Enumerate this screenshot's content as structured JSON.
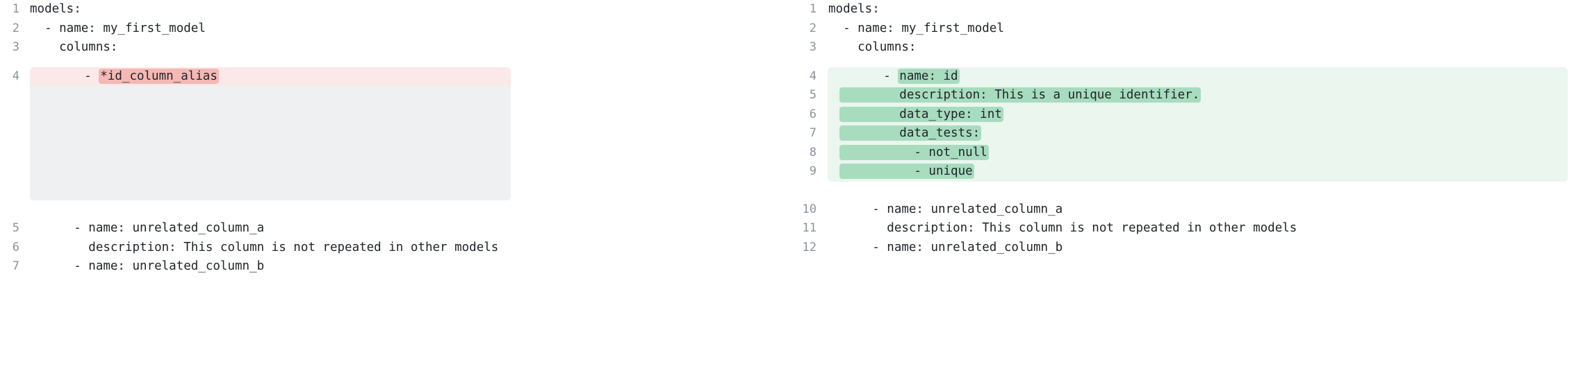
{
  "colors": {
    "text": "#1f2328",
    "line_number": "#8a929c",
    "background": "#ffffff",
    "removed_row": "#fbe9e9",
    "removed_token": "#f5b8b4",
    "added_row": "#eaf6ee",
    "added_token": "#a7dcbe",
    "placeholder_block": "#eef0f2"
  },
  "left_pane": {
    "name": "before",
    "lines": [
      {
        "number": "1",
        "text": "models:",
        "row_style": "none",
        "highlight": ""
      },
      {
        "number": "2",
        "text": "  - name: my_first_model",
        "row_style": "none",
        "highlight": ""
      },
      {
        "number": "3",
        "text": "    columns:",
        "row_style": "none",
        "highlight": ""
      },
      {
        "number": "4",
        "prefix": "      - ",
        "highlight": "*id_column_alias",
        "suffix": "",
        "row_style": "removed"
      },
      {
        "number": "5",
        "text": "      - name: unrelated_column_a",
        "row_style": "none",
        "highlight": ""
      },
      {
        "number": "6",
        "text": "        description: This column is not repeated in other models",
        "row_style": "none",
        "highlight": ""
      },
      {
        "number": "7",
        "text": "      - name: unrelated_column_b",
        "row_style": "none",
        "highlight": ""
      }
    ]
  },
  "right_pane": {
    "name": "after",
    "lines": [
      {
        "number": "1",
        "text": "models:",
        "row_style": "none",
        "highlight": ""
      },
      {
        "number": "2",
        "text": "  - name: my_first_model",
        "row_style": "none",
        "highlight": ""
      },
      {
        "number": "3",
        "text": "    columns:",
        "row_style": "none",
        "highlight": ""
      },
      {
        "number": "4",
        "prefix": "      - ",
        "highlight": "name: id",
        "suffix": "",
        "row_style": "added"
      },
      {
        "number": "5",
        "prefix": "",
        "highlight": "        description: This is a unique identifier.",
        "suffix": "",
        "row_style": "added"
      },
      {
        "number": "6",
        "prefix": "",
        "highlight": "        data_type: int",
        "suffix": "",
        "row_style": "added"
      },
      {
        "number": "7",
        "prefix": "",
        "highlight": "        data_tests:",
        "suffix": "",
        "row_style": "added"
      },
      {
        "number": "8",
        "prefix": "",
        "highlight": "          - not_null",
        "suffix": "",
        "row_style": "added"
      },
      {
        "number": "9",
        "prefix": "",
        "highlight": "          - unique",
        "suffix": "",
        "row_style": "added"
      },
      {
        "number": "10",
        "text": "      - name: unrelated_column_a",
        "row_style": "none",
        "highlight": ""
      },
      {
        "number": "11",
        "text": "        description: This column is not repeated in other models",
        "row_style": "none",
        "highlight": ""
      },
      {
        "number": "12",
        "text": "      - name: unrelated_column_b",
        "row_style": "none",
        "highlight": ""
      }
    ]
  }
}
